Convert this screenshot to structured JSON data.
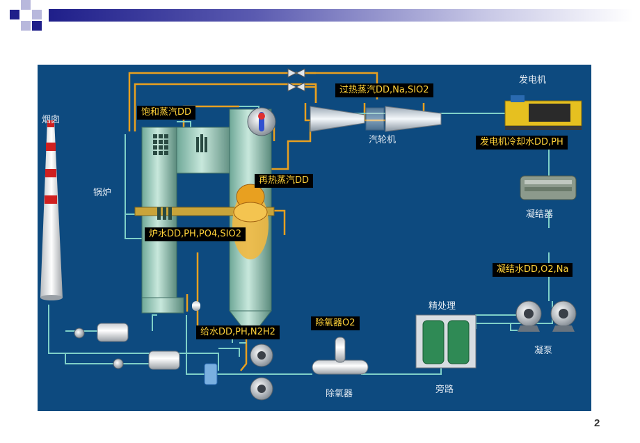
{
  "labels": {
    "superheated_steam": "过热蒸汽DD,Na,SIO2",
    "saturated_steam": "饱和蒸汽DD",
    "generator_cooling": "发电机冷却水DD,PH",
    "reheat_steam": "再热蒸汽DD",
    "boiler_water": "炉水DD,PH,PO4,SIO2",
    "condensate": "凝结水DD,O2,Na",
    "feedwater": "给水DD,PH,N2H2",
    "deaerator_o2": "除氧器O2"
  },
  "captions": {
    "generator": "发电机",
    "turbine": "汽轮机",
    "chimney": "烟囱",
    "boiler": "锅炉",
    "condenser": "凝结器",
    "polishing": "精处理",
    "bypass": "旁路",
    "condensate_pump": "凝泵",
    "deaerator": "除氧器"
  },
  "page_number": "2",
  "colors": {
    "background": "#0d4a7f",
    "steam_pipe": "#e8a020",
    "water_pipe": "#7fd0c8",
    "label_bg": "#000000",
    "label_text": "#ffd23a"
  }
}
